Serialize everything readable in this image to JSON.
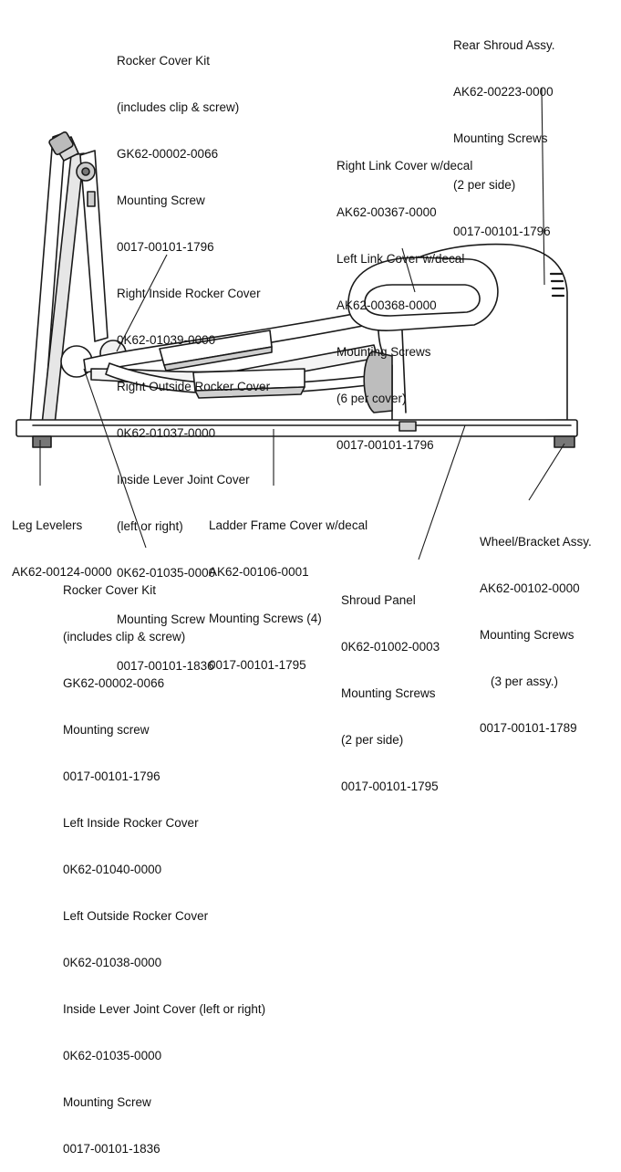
{
  "callouts": {
    "rocker_cover_right": [
      "Rocker Cover Kit",
      "(includes clip & screw)",
      "GK62-00002-0066",
      "Mounting Screw",
      "0017-00101-1796",
      "Right Inside Rocker Cover",
      "0K62-01039-0000",
      "Right Outside Rocker Cover",
      "0K62-01037-0000",
      "Inside Lever Joint Cover",
      "(left or right)",
      "0K62-01035-0000",
      "Mounting Screw",
      "0017-00101-1836"
    ],
    "rear_shroud": [
      "Rear Shroud Assy.",
      "AK62-00223-0000",
      "Mounting Screws",
      "(2 per side)",
      "0017-00101-1796"
    ],
    "link_cover": [
      "Right Link Cover w/decal",
      "AK62-00367-0000",
      "Left Link Cover w/decal",
      "AK62-00368-0000",
      "Mounting Screws",
      "(6 per cover)",
      "0017-00101-1796"
    ],
    "leg_levelers": [
      "Leg Levelers",
      "AK62-00124-0000"
    ],
    "ladder_frame": [
      "Ladder Frame Cover w/decal",
      "AK62-00106-0001",
      "Mounting Screws (4)",
      "0017-00101-1795"
    ],
    "wheel_bracket": [
      "Wheel/Bracket Assy.",
      "AK62-00102-0000",
      "Mounting Screws",
      "(3 per assy.)",
      "0017-00101-1789"
    ],
    "shroud_panel": [
      "Shroud Panel",
      "0K62-01002-0003",
      "Mounting Screws",
      "(2 per side)",
      "0017-00101-1795"
    ],
    "rocker_cover_left": [
      "Rocker Cover Kit",
      "(includes clip & screw)",
      "GK62-00002-0066",
      "Mounting screw",
      "0017-00101-1796",
      "Left Inside Rocker Cover",
      "0K62-01040-0000",
      "Left Outside Rocker Cover",
      "0K62-01038-0000",
      "Inside Lever Joint Cover (left or right)",
      "0K62-01035-0000",
      "Mounting Screw",
      "0017-00101-1836"
    ]
  },
  "colors": {
    "ink": "#1a1a1a",
    "fill": "#ffffff",
    "shade": "#d9d9d9",
    "dark": "#555555"
  }
}
